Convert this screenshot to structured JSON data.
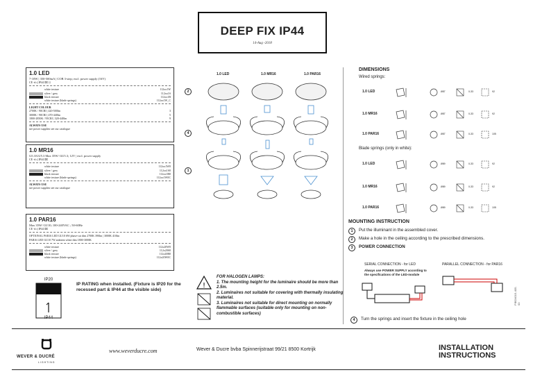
{
  "header": {
    "title": "DEEP FIX IP44",
    "date": "14-Aug -2018"
  },
  "products": [
    {
      "name": "1.0 LED",
      "spec": "7-10W | 350-500mA | COB 3-step; excl. power supply (16V)",
      "icons": "CE ⊲◁ IP44  ⌧  ☐",
      "variants": [
        {
          "label": "white texture",
          "code": "112xx1W"
        },
        {
          "label": "silver / grey",
          "code": "112xx1S"
        },
        {
          "label": "black texture",
          "code": "112xx1B"
        },
        {
          "label": "white texture  (blade springs)",
          "code": "112xx1W_C"
        }
      ],
      "light_title": "LIGHT COLOUR",
      "light": [
        {
          "label": "2700K / 90CRI | 420-500lm",
          "code": "3"
        },
        {
          "label": "3000K / 90CRI | 470-440lm",
          "code": "5"
        },
        {
          "label": "1800-2850K / 95CRI | 320-440lm",
          "code": "9"
        }
      ],
      "always_use": "ALWAYS USE",
      "note": "see power supplies see our catalogue"
    },
    {
      "name": "1.0 MR16",
      "spec": "G5.3/GU5.3 Max 35W/ GU5.3; 12V | excl. power supply",
      "icons": "CE ⊲◁ IP44  ⌧",
      "variants": [
        {
          "label": "white texture",
          "code": "112xx1W0"
        },
        {
          "label": "silver / grey",
          "code": "112xx1S0"
        },
        {
          "label": "black texture",
          "code": "112xx1B0"
        },
        {
          "label": "white texture  (blade springs)",
          "code": "112xx1W0C"
        }
      ],
      "always_use": "ALWAYS USE",
      "note": "see power supplies see our catalogue"
    },
    {
      "name": "1.0 PAR16",
      "spec": "Max 35W/ GU10; 100-240VAC ; 50-60Hz",
      "icons": "CE ⊲◁ IP44  ⌧",
      "optional": "OPTIONAL PAR16 LED GU10 6W  phase-cut dim  2700K  390lm | 3000K  410lm\nPAR16 LED GU10 7W ambient white dim  1800-3000K",
      "variants": [
        {
          "label": "white texture",
          "code": "112x20W0"
        },
        {
          "label": "silver / grey",
          "code": "112x20S0"
        },
        {
          "label": "black texture",
          "code": "112x20B0"
        },
        {
          "label": "white texture  (blade springs)",
          "code": "112x20W0C"
        }
      ]
    }
  ],
  "ip": {
    "top": "IP20",
    "bottom": "IP44",
    "rating_text": "IP RATING when installed. (Fixture is IP20 for the recessed part & IP44 at the visible side)"
  },
  "warnings": {
    "title": "FOR HALOGEN LAMPS:",
    "lines": [
      "1. The mounting height for the luminaire should be more than 2.5m.",
      "2. Luminaires not suitable for covering with thermally insulating material.",
      "3. Luminaires not suitable for direct mounting on normally flammable surfaces (suitable only for mounting on non-combustible surfaces)"
    ]
  },
  "columns": [
    "1.0 LED",
    "1.0 MR16",
    "1.0 PAR16"
  ],
  "steps_markers": [
    "2",
    "4",
    "1"
  ],
  "dimensions": {
    "title": "DIMENSIONS",
    "wired": "Wired springs:",
    "blade": "Blade springs (only in white):",
    "rows": [
      {
        "name": "1.0 LED",
        "d": "Ø87",
        "h": "0-33",
        "e": "92"
      },
      {
        "name": "1.0 MR16",
        "d": "Ø87",
        "h": "0-33",
        "e": "92"
      },
      {
        "name": "1.0 PAR16",
        "d": "Ø87",
        "h": "0-33",
        "e": "105"
      },
      {
        "name": "1.0 LED",
        "d": "Ø89",
        "h": "0-33",
        "e": "92"
      },
      {
        "name": "1.0 MR16",
        "d": "Ø89",
        "h": "0-33",
        "e": "92"
      },
      {
        "name": "1.0 PAR16",
        "d": "Ø89",
        "h": "0-33",
        "e": "105"
      }
    ]
  },
  "mounting": {
    "title": "MOUNTING INSTRUCTION",
    "step1": "Put the illuminant in the assembled cover.",
    "step2": "Make a hole in the ceiling according to the prescribed dimensions.",
    "step3": "POWER CONNECTION",
    "serial": "SERIAL CONNECTION - for LED",
    "parallel": "PARALLEL CONNECTION - for PAR16",
    "note": "Always use POWER SUPPLY according to the specifications of the LED-module",
    "step4": "Turn the springs and insert the fixture in the ceiling hole"
  },
  "footer": {
    "brand": "WEVER & DUCRÉ",
    "brand_sub": "LIGHTING",
    "www": "www.weverducre.com",
    "company": "Wever & Ducre bvba   Spinnerijstraat 99/21   8500 Kortrijk",
    "inst1": "INSTALLATION",
    "inst2": "INSTRUCTIONS",
    "docref": "PIBD4015-405-00"
  }
}
